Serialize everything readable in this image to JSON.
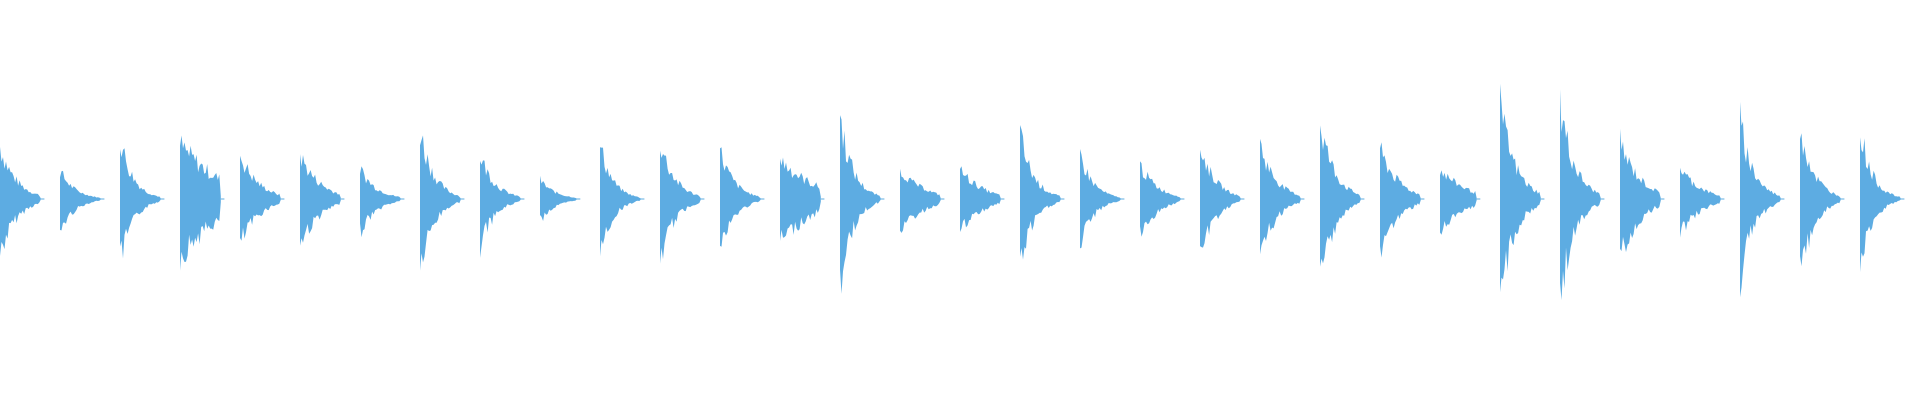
{
  "waveform": {
    "color": "#5DACE2",
    "bursts": [
      {
        "up": 0.36,
        "down": 0.38,
        "decay": 2.5,
        "tail": 0.1,
        "len": 1.0,
        "spike": 0.0
      },
      {
        "up": 0.18,
        "down": 0.21,
        "decay": 3.0,
        "tail": 0.15,
        "len": 1.0,
        "spike": 0.0
      },
      {
        "up": 0.42,
        "down": 0.44,
        "decay": 3.2,
        "tail": 0.12,
        "len": 1.0,
        "spike": 0.0
      },
      {
        "up": 0.36,
        "down": 0.38,
        "decay": 0.8,
        "tail": 0.2,
        "len": 1.0,
        "spike": 0.0
      },
      {
        "up": 0.29,
        "down": 0.3,
        "decay": 2.2,
        "tail": 0.15,
        "len": 1.0,
        "spike": 0.15
      },
      {
        "up": 0.29,
        "down": 0.3,
        "decay": 2.0,
        "tail": 0.15,
        "len": 1.0,
        "spike": 0.1
      },
      {
        "up": 0.2,
        "down": 0.22,
        "decay": 2.6,
        "tail": 0.12,
        "len": 1.0,
        "spike": 0.0
      },
      {
        "up": 0.48,
        "down": 0.5,
        "decay": 3.0,
        "tail": 0.1,
        "len": 1.0,
        "spike": 0.0
      },
      {
        "up": 0.3,
        "down": 0.32,
        "decay": 2.8,
        "tail": 0.12,
        "len": 1.0,
        "spike": 0.0
      },
      {
        "up": 0.12,
        "down": 0.14,
        "decay": 2.5,
        "tail": 0.1,
        "len": 0.9,
        "spike": 0.0
      },
      {
        "up": 0.36,
        "down": 0.38,
        "decay": 3.5,
        "tail": 0.2,
        "len": 1.0,
        "spike": 0.0
      },
      {
        "up": 0.4,
        "down": 0.42,
        "decay": 2.8,
        "tail": 0.1,
        "len": 1.0,
        "spike": 0.0
      },
      {
        "up": 0.32,
        "down": 0.34,
        "decay": 3.0,
        "tail": 0.18,
        "len": 1.0,
        "spike": 0.0
      },
      {
        "up": 0.26,
        "down": 0.28,
        "decay": 1.0,
        "tail": 0.15,
        "len": 1.0,
        "spike": 0.3
      },
      {
        "up": 0.58,
        "down": 0.6,
        "decay": 3.2,
        "tail": 0.1,
        "len": 1.0,
        "spike": 0.0
      },
      {
        "up": 0.14,
        "down": 0.16,
        "decay": 1.5,
        "tail": 0.35,
        "len": 1.0,
        "spike": 0.0
      },
      {
        "up": 0.18,
        "down": 0.2,
        "decay": 1.8,
        "tail": 0.2,
        "len": 1.0,
        "spike": 0.0
      },
      {
        "up": 0.44,
        "down": 0.46,
        "decay": 3.0,
        "tail": 0.1,
        "len": 1.0,
        "spike": 0.0
      },
      {
        "up": 0.3,
        "down": 0.32,
        "decay": 3.2,
        "tail": 0.15,
        "len": 1.0,
        "spike": 0.0
      },
      {
        "up": 0.22,
        "down": 0.24,
        "decay": 2.4,
        "tail": 0.15,
        "len": 1.0,
        "spike": 0.0
      },
      {
        "up": 0.34,
        "down": 0.36,
        "decay": 2.8,
        "tail": 0.25,
        "len": 1.0,
        "spike": 0.0
      },
      {
        "up": 0.36,
        "down": 0.38,
        "decay": 2.6,
        "tail": 0.18,
        "len": 1.0,
        "spike": 0.0
      },
      {
        "up": 0.54,
        "down": 0.56,
        "decay": 2.8,
        "tail": 0.1,
        "len": 1.0,
        "spike": 0.0
      },
      {
        "up": 0.32,
        "down": 0.34,
        "decay": 2.2,
        "tail": 0.2,
        "len": 1.0,
        "spike": 0.0
      },
      {
        "up": 0.16,
        "down": 0.18,
        "decay": 1.2,
        "tail": 0.3,
        "len": 0.9,
        "spike": 0.0
      },
      {
        "up": 0.64,
        "down": 0.66,
        "decay": 2.6,
        "tail": 0.1,
        "len": 1.0,
        "spike": 0.0
      },
      {
        "up": 0.66,
        "down": 0.68,
        "decay": 2.8,
        "tail": 0.12,
        "len": 1.0,
        "spike": 0.0
      },
      {
        "up": 0.36,
        "down": 0.38,
        "decay": 2.0,
        "tail": 0.25,
        "len": 1.0,
        "spike": 0.0
      },
      {
        "up": 0.2,
        "down": 0.22,
        "decay": 2.0,
        "tail": 0.15,
        "len": 1.0,
        "spike": 0.0
      },
      {
        "up": 0.54,
        "down": 0.56,
        "decay": 3.0,
        "tail": 0.1,
        "len": 1.0,
        "spike": 0.0
      },
      {
        "up": 0.52,
        "down": 0.54,
        "decay": 3.0,
        "tail": 0.1,
        "len": 1.0,
        "spike": 0.0
      },
      {
        "up": 0.5,
        "down": 0.52,
        "decay": 3.5,
        "tail": 0.12,
        "len": 1.0,
        "spike": 0.0
      }
    ]
  }
}
